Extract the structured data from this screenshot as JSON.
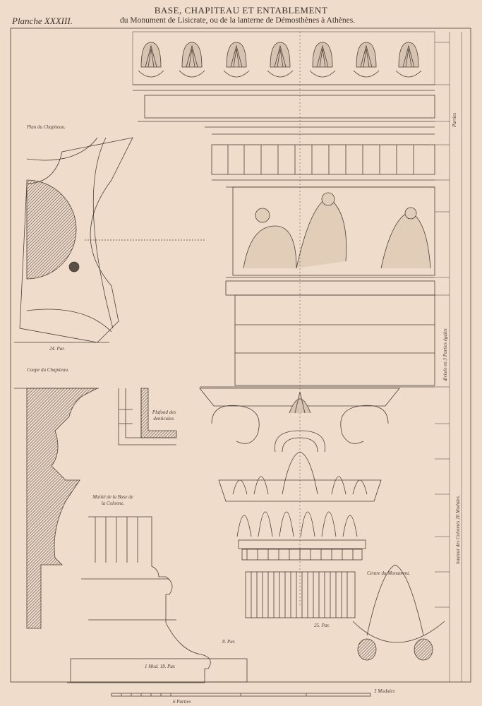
{
  "header": {
    "title": "BASE, CHAPITEAU ET ENTABLEMENT",
    "subtitle": "du Monument de Lisicrate, ou de la lanterne de Démosthènes à Athènes.",
    "plate_number": "Planche XXXIII."
  },
  "labels": {
    "plan": "Plan du Chapiteau.",
    "coupe": "Coupe du Chapiteau.",
    "plafond": "Plafond des denticules.",
    "base": "Moitié de la Base de la Colonne.",
    "centre": "Centre du Monument.",
    "hauteur": "hauteur des Colonnes 20 Modules.",
    "parties": "Parties",
    "plan_width": "24. Par.",
    "mod_label": "1 Mod. 18. Par.",
    "base_width": "8. Par.",
    "shaft_label": "25. Par.",
    "right_divided": "divisée en 3 Parties égales"
  },
  "scale": {
    "modules": "3 Modules",
    "parties": "6 Parties"
  },
  "colors": {
    "paper": "#efdccb",
    "ink": "#4a4038",
    "hatch": "#6e625a"
  }
}
